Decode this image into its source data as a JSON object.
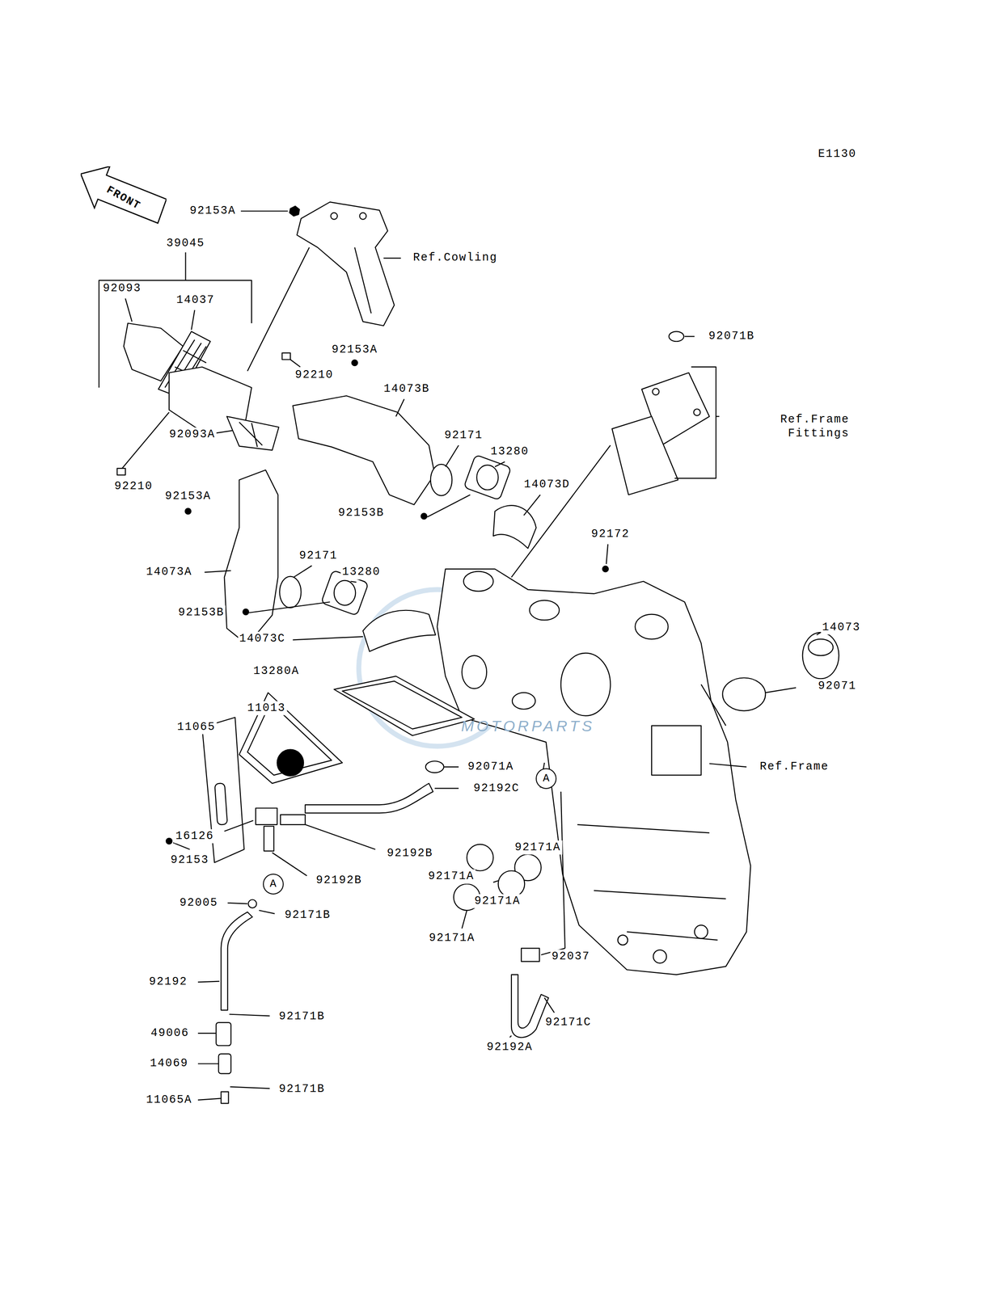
{
  "diagram": {
    "nodes": [
      {
        "text": [
          "FRONT"
        ]
      },
      {
        "text": [
          "A"
        ]
      },
      {
        "text": [
          "A"
        ]
      }
    ],
    "labels": [
      "E1130",
      "92153A",
      "Ref.Cowling",
      "39045",
      "92093",
      "14037",
      "92071B",
      "92153A",
      "92210",
      "14073B",
      "Ref.Frame Fittings",
      "92093A",
      "92171",
      "13280",
      "14073D",
      "92210",
      "92153A",
      "92153B",
      "92172",
      "92171",
      "13280",
      "14073A",
      "92153B",
      "14073",
      "14073C",
      "13280A",
      "92071",
      "11013",
      "MOTORPARTS",
      "11065",
      "Ref.Frame",
      "92071A",
      "92192C",
      "16126",
      "92192B",
      "92171A",
      "92153",
      "92171A",
      "92192B",
      "92171A",
      "92005",
      "92171B",
      "92171A",
      "92037",
      "92192",
      "92171B",
      "92171C",
      "49006",
      "92192A",
      "14069",
      "92171B",
      "11065A"
    ]
  }
}
